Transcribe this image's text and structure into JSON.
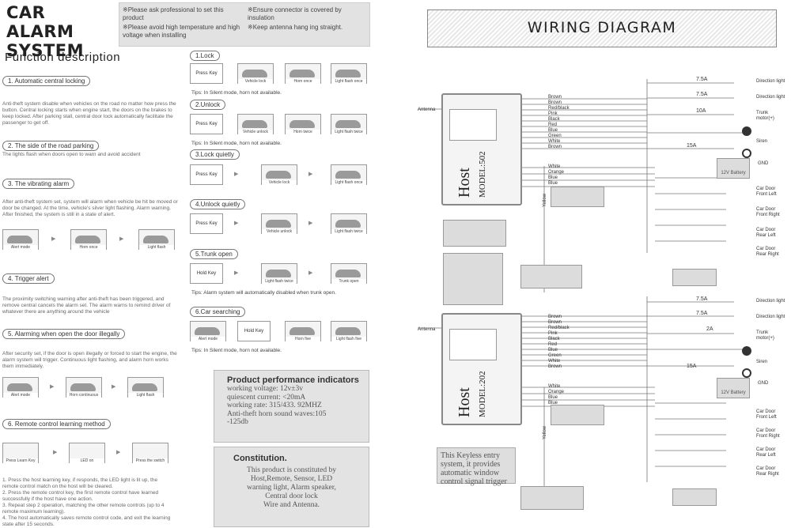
{
  "left": {
    "title_line1": "CAR ALARM",
    "title_line2": "SYSTEM",
    "tips": [
      "※Please ask professional to set this product",
      "※Please avoid high temperature and high voltage when installing",
      "※Ensure connector is covered by insulation",
      "※Keep antenna hang ing straight."
    ],
    "function_title": "Function description",
    "sections": [
      {
        "label": "1. Automatic central locking",
        "text": "Anti-theft system disable when vehicles on the road no matter how press the button. Central locking starts when engine start, the doors on the brakes to keep locked. After parking stall, central door lock automatically facilitate the passenger to get off."
      },
      {
        "label": "2. The side of the road parking",
        "text": "The lights flash when doors open to warn and avoid accident"
      },
      {
        "label": "3. The vibrating alarm",
        "text": "After anti-theft system set, system will alarm when vehicle be hit be moved or door be changed. At the time, vehicle's silver light flashing. Alarm warning. After finished, the system is still in a state of alert."
      },
      {
        "label": "4. Trigger alert",
        "text": "The proximity switching warning after anti-theft has been triggered, and remove central cancels the alarm set. The alarm warns to remind driver of whatever there are anything around the vehicle"
      },
      {
        "label": "5. Alarming when open the door illegally",
        "text": "After security set, if the door is open illegally or forced to start the engine, the alarm system will trigger. Continuous light flashing, and alarm horn works them immediately."
      },
      {
        "label": "6. Remote control learning method",
        "text": ""
      }
    ],
    "alarm_row1": [
      "Alert mode",
      "Horn once",
      "Light flash"
    ],
    "alarm_row2": [
      "Alert mode",
      "Horn continuous",
      "Light flash"
    ],
    "learn_row": [
      "Press Learn Key",
      "LED on",
      "Press the switch"
    ],
    "learn_steps": [
      "1. Press the host learning key, if responds, the LED light is lit up, the remote control match on the host will be cleared.",
      "2. Press the remote control key, the first remote control have learned successfully if the host have one action.",
      "3. Repeat step 2 operation, matching the other remote controls (up to 4 remote maximum learning).",
      "4. The host automatically saves remote control code, and exit the learning state after 15 seconds."
    ],
    "functions": [
      {
        "pill": "1.Lock",
        "key": "Press Key",
        "cars": [
          "Vehicle lock",
          "Horn once",
          "Light flash once"
        ],
        "tip": "Tips: In Silent mode, horn not available."
      },
      {
        "pill": "2.Unlock",
        "key": "Press Key",
        "cars": [
          "Vehicle unlock",
          "Horn twice",
          "Light flash twice"
        ],
        "tip": "Tips: In Silent mode, horn not available."
      },
      {
        "pill": "3.Lock quietly",
        "key": "Press Key",
        "cars": [
          "Vehicle lock",
          "Light flash once"
        ],
        "tip": ""
      },
      {
        "pill": "4.Unlock quietly",
        "key": "Press Key",
        "cars": [
          "Vehicle unlock",
          "Light flash twice"
        ],
        "tip": ""
      },
      {
        "pill": "5.Trunk open",
        "key": "Hold Key",
        "cars": [
          "Light flash twice",
          "Trunk open"
        ],
        "tip": "Tips: Alarm system will automatically disabled when trunk open."
      },
      {
        "pill": "6.Car searching",
        "key": "Hold Key",
        "cars": [
          "Alert mode",
          "Horn five",
          "Light flash five"
        ],
        "tip": "Tips: In Silent mode, horn not available."
      }
    ],
    "perf_title": "Product performance indicators",
    "perf_lines": [
      "working voltage: 12v±3v",
      "quiescent current: <20mA",
      "working rate: 315/433. 92MHZ",
      "Anti-theft horn sound waves:105",
      "-125db"
    ],
    "const_title": "Constitution.",
    "const_lines": [
      "This product is constituted by",
      "Host,Remote, Sensor, LED",
      "warning light, Alarm speaker,",
      "Central door lock",
      "Wire and Antenna."
    ]
  },
  "right": {
    "title": "WIRING DIAGRAM",
    "antenna": "Antenna",
    "host_word": "Host",
    "model1": "MODEL:502",
    "model2": "MODEL:202",
    "wire_colors": [
      "Brown",
      "Brown",
      "Red/black",
      "Pink",
      "Black",
      "Red",
      "Blue",
      "Green",
      "White",
      "Brown"
    ],
    "wire_colors2": [
      "White",
      "Orange",
      "Blue",
      "Blue"
    ],
    "fuses": [
      "7.5A",
      "7.5A",
      "10A",
      "15A"
    ],
    "fuses2": [
      "7.5A",
      "7.5A",
      "2A",
      "15A"
    ],
    "outputs": [
      "Direction light",
      "Direction light",
      "Trunk motor(+)",
      "Siren",
      "GND"
    ],
    "doors": [
      "Car Door Front Left",
      "Car Door Front Right",
      "Car Door Rear Left",
      "Car Door Rear Right"
    ],
    "battery": "12V Battery",
    "yellow": "Yellow",
    "tip_box": "This Keyless entry system, it provides automatic window control signal trigger"
  }
}
